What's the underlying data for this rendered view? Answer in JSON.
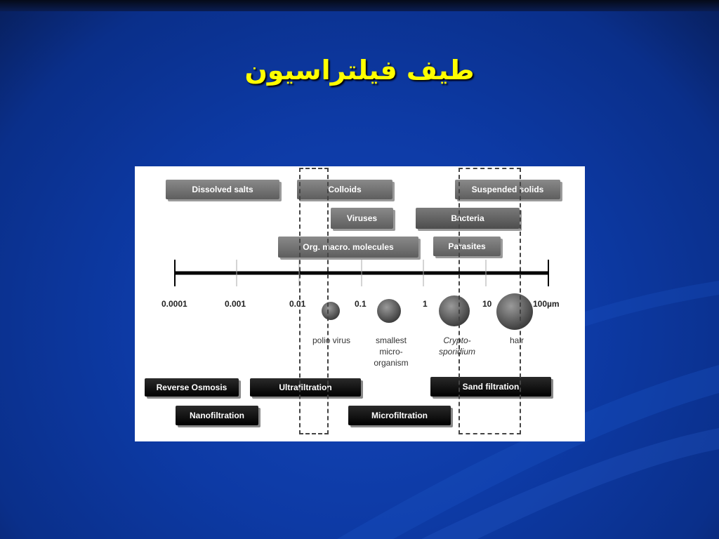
{
  "slide": {
    "title": "طيف فيلتراسيون"
  },
  "diagram": {
    "particle_classes": [
      {
        "label": "Dissolved salts"
      },
      {
        "label": "Colloids"
      },
      {
        "label": "Suspended solids"
      },
      {
        "label": "Viruses"
      },
      {
        "label": "Bacteria"
      },
      {
        "label": "Org. macro. molecules"
      },
      {
        "label": "Parasites"
      }
    ],
    "scale_ticks": [
      "0.0001",
      "0.001",
      "0.01",
      "0.1",
      "1",
      "10",
      "100µm"
    ],
    "organisms": [
      {
        "label": "polio virus"
      },
      {
        "label": "smallest\nmicro-\norganism"
      },
      {
        "label": "Crypto-\nsporidium"
      },
      {
        "label": "hair"
      }
    ],
    "processes": [
      {
        "label": "Reverse Osmosis"
      },
      {
        "label": "Ultrafiltration"
      },
      {
        "label": "Sand  filtration"
      },
      {
        "label": "Nanofiltration"
      },
      {
        "label": "Microfiltration"
      }
    ],
    "colors": {
      "background": "#0d3aa5",
      "title": "#ffff00",
      "bar": "#000000"
    }
  }
}
